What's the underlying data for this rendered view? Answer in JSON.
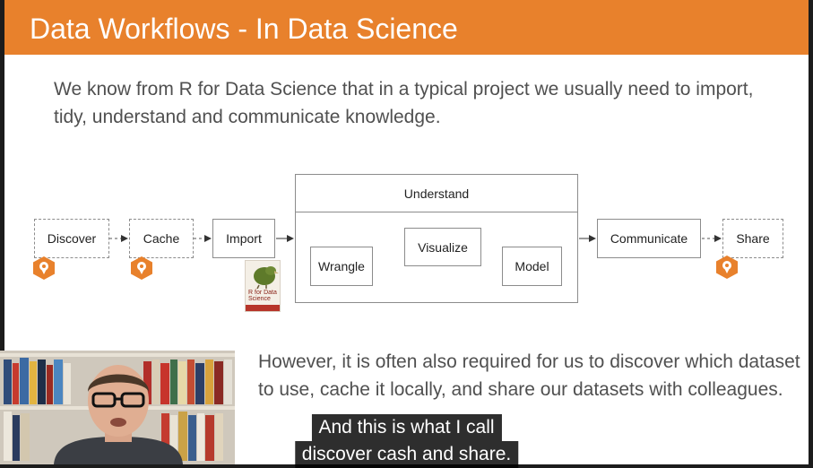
{
  "slide": {
    "title": "Data Workflows - In Data Science",
    "intro": "We know from R for Data Science that in a typical project we usually need to import, tidy, understand and communicate knowledge.",
    "outro": "However, it is often also required for us to discover which dataset to use, cache it locally, and share our datasets with colleagues."
  },
  "diagram": {
    "discover": "Discover",
    "cache": "Cache",
    "import": "Import",
    "understand": "Understand",
    "wrangle": "Wrangle",
    "visualize": "Visualize",
    "model": "Model",
    "communicate": "Communicate",
    "share": "Share",
    "book_title": "R for Data Science"
  },
  "captions": {
    "line1": "And this is what I call",
    "line2": "discover cash and share."
  },
  "colors": {
    "header": "#e8812c",
    "pin": "#e8812c"
  }
}
